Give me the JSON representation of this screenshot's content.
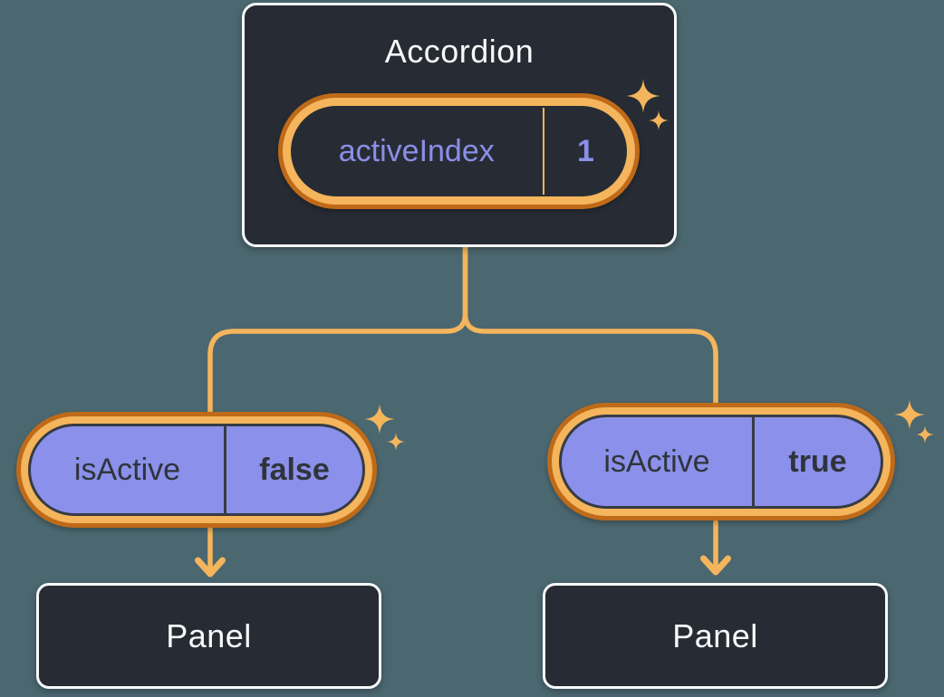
{
  "colors": {
    "page-bg": "#4B6770",
    "card-bg": "#272C34",
    "card-border": "#F7F9FB",
    "orange-dark": "#BF6A19",
    "orange-light": "#F4B55C",
    "purple-fill": "#8B90EA",
    "purple-text": "#8A8FE8",
    "dark-text": "#2F343C",
    "light-text": "#F7F9FB",
    "pill-border": "#363B44"
  },
  "accordion": {
    "title": "Accordion",
    "state": {
      "name": "activeIndex",
      "value": "1"
    }
  },
  "left_child": {
    "prop": {
      "name": "isActive",
      "value": "false"
    },
    "panel_label": "Panel"
  },
  "right_child": {
    "prop": {
      "name": "isActive",
      "value": "true"
    },
    "panel_label": "Panel"
  },
  "icons": {
    "sparkle": "✦"
  }
}
